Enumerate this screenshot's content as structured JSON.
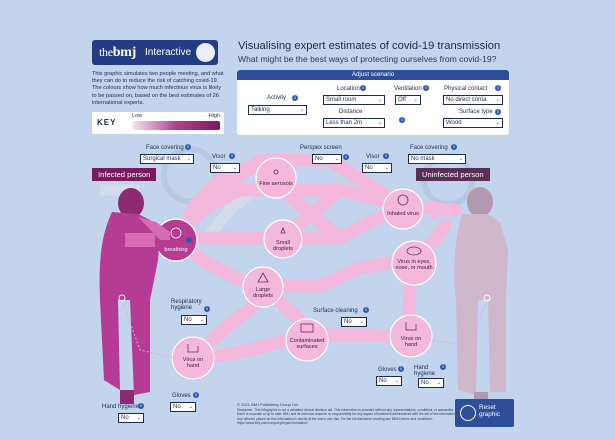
{
  "header": {
    "logo_the": "the",
    "logo_bmj": "bmj",
    "logo_interactive": "Interactive",
    "title": "Visualising expert estimates of covid-19 transmission",
    "subtitle": "What might be the best ways of protecting ourselves from covid-19?",
    "intro": "This graphic simulates two people meeting, and what they can do to reduce the risk of catching covid-19. The colours show how much infectious virus is likely to be passed on, based on the best estimates of 26 international experts."
  },
  "key": {
    "label": "KEY",
    "low": "Low",
    "high": "High"
  },
  "adjust": {
    "heading": "Adjust scenario",
    "activity": {
      "label": "Activity",
      "value": "Talking"
    },
    "location": {
      "label": "Location",
      "value": "Small room"
    },
    "ventilation": {
      "label": "Ventilation",
      "value": "Off"
    },
    "distance": {
      "label": "Distance",
      "value": "Less than 2m"
    },
    "physical_contact": {
      "label": "Physical contact",
      "value": "No direct conta"
    },
    "surface_type": {
      "label": "Surface type",
      "value": "Wood"
    }
  },
  "controls": {
    "face_covering_left": {
      "label": "Face covering",
      "value": "Surgical mask"
    },
    "visor_left": {
      "label": "Visor",
      "value": "No"
    },
    "perspex": {
      "label": "Perspex screen",
      "value": "No"
    },
    "visor_right": {
      "label": "Visor",
      "value": "No"
    },
    "face_covering_right": {
      "label": "Face covering",
      "value": "No mask"
    },
    "respiratory_hygiene": {
      "label": "Respiratory hygiene",
      "value": "No"
    },
    "surface_cleaning": {
      "label": "Surface cleaning",
      "value": "No"
    },
    "hand_hygiene_right": {
      "label": "Hand hygiene",
      "value": "No"
    },
    "gloves_right": {
      "label": "Gloves",
      "value": "No"
    },
    "gloves_left": {
      "label": "Gloves",
      "value": "No"
    },
    "hand_hygiene_left": {
      "label": "Hand hygiene",
      "value": "No"
    }
  },
  "people": {
    "infected": "Infected person",
    "uninfected": "Uninfected person"
  },
  "nodes": {
    "breathing": "breathing",
    "fine_aerosols": "Fine aerosols",
    "small_droplets": "Small droplets",
    "large_droplets": "Large droplets",
    "contaminated_surfaces": "Contaminated surfaces",
    "virus_on_hand_left": "Virus on hand",
    "inhaled_virus": "Inhaled virus",
    "virus_eyes": "Virus in eyes, nose, or mouth",
    "virus_on_hand_right": "Virus on hand"
  },
  "footer": {
    "copyright": "© 2021 BMJ Publishing Group Ltd",
    "disclaimer": "Disclaimer: This infographic is not a validated clinical decision aid. This information is provided without any representations, conditions, or warranties that it is accurate or up to date. BMJ and its licensors assume no responsibility for any aspect of treatment administered with the aid of this information. Any reliance placed on this information is strictly at the user's own risk. For the full disclaimer wording see BMJ's terms and conditions: https://www.bmj.com/company/legal-information/"
  },
  "reset": {
    "label": "Reset graphic"
  },
  "colors": {
    "background": "#c3d5ec",
    "brand": "#243c86",
    "path_pink": "#f4b8dc",
    "node_pink": "#f7c6e3",
    "infected_tag": "#7a1860",
    "uninfected_tag": "#5a2d56"
  }
}
